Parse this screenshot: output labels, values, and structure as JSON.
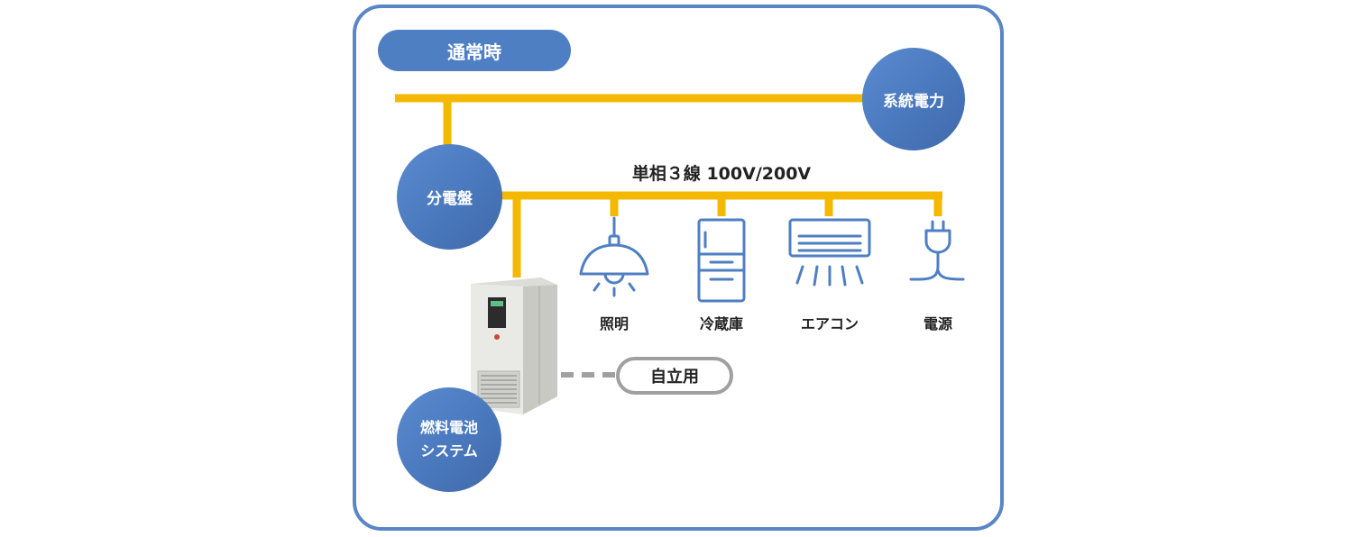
{
  "mode_label": "通常時",
  "grid_label": "系統電力",
  "panel_label": "分電盤",
  "line_label": "単相３線 100V/200V",
  "fuel_cell": {
    "line1": "燃料電池",
    "line2": "システム"
  },
  "self_label": "自立用",
  "appliances": [
    {
      "label": "照明",
      "icon": "pendant-lamp-icon"
    },
    {
      "label": "冷蔵庫",
      "icon": "refrigerator-icon"
    },
    {
      "label": "エアコン",
      "icon": "air-conditioner-icon"
    },
    {
      "label": "電源",
      "icon": "power-plug-icon"
    }
  ],
  "colors": {
    "frame": "#5a86c6",
    "node": "#4f7fc3",
    "wire": "#f5b800",
    "icon_stroke": "#4f7fc3",
    "self_line": "#a0a0a0"
  }
}
